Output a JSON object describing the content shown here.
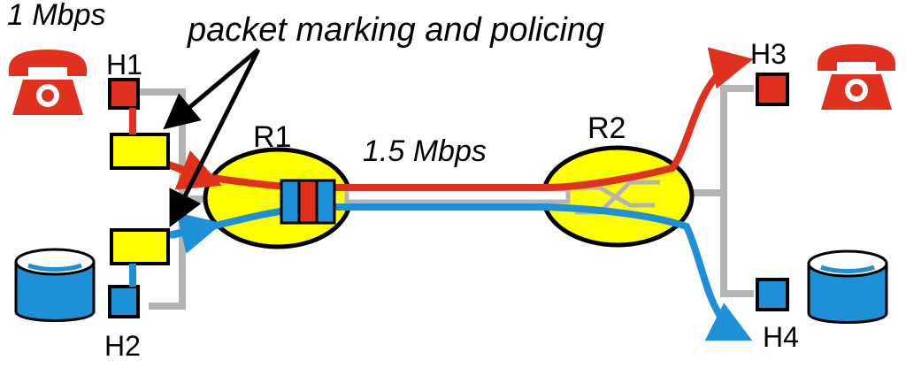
{
  "labels": {
    "rate_left": "1 Mbps",
    "annotation": "packet marking and policing",
    "h1": "H1",
    "h2": "H2",
    "h3": "H3",
    "h4": "H4",
    "r1": "R1",
    "r2": "R2",
    "link_rate": "1.5 Mbps"
  },
  "colors": {
    "phone": "#e0301e",
    "disk": "#1e90d8",
    "router_fill": "#ffff00",
    "marker_fill": "#ffff00",
    "host_red": "#e0301e",
    "host_blue": "#1e90d8",
    "wire": "#b4b4b4",
    "flow_red": "#e0301e",
    "flow_blue": "#1e90d8"
  },
  "icons": [
    "phone-icon",
    "disk-icon"
  ]
}
